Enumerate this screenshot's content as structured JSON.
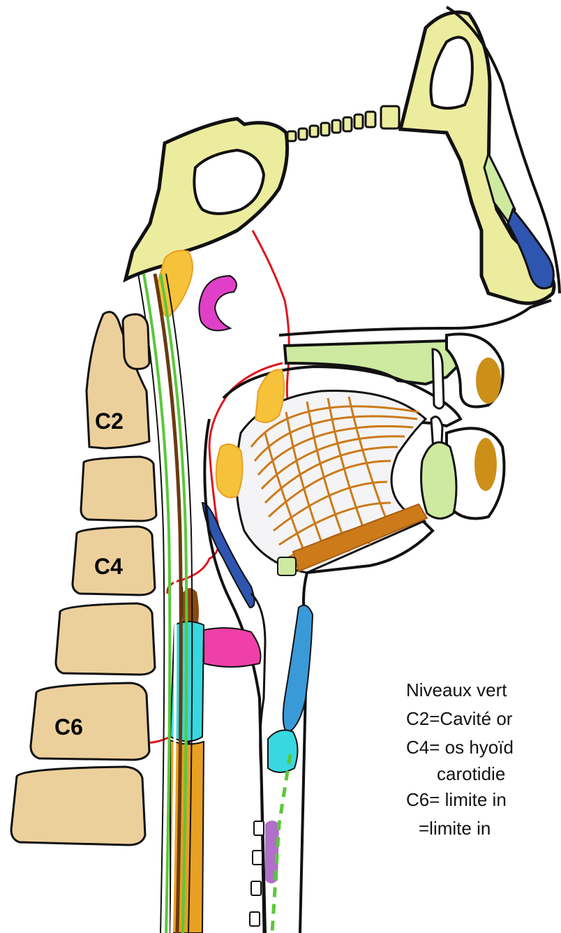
{
  "labels": {
    "c2": "C2",
    "c4": "C4",
    "c6": "C6"
  },
  "legend": {
    "line1": "Niveaux vert",
    "line2": "C2=Cavité or",
    "line3": "C4= os hyoïd",
    "line4": "carotidie",
    "line5": "C6= limite in",
    "line6": "=limite in"
  },
  "colors": {
    "bone": "#ecec9e",
    "vertebra": "#ecd09c",
    "cartilage": "#cdeaa0",
    "tongue_muscle": "#cc7a1a",
    "fat": "#f5c23a",
    "artery": "#e0141e",
    "cord_green": "#5ac83a",
    "cord_brown": "#6b3a12",
    "blue_cartilage": "#2e55b0",
    "light_blue": "#3a9ad8",
    "cyan": "#38d8e0",
    "orange": "#e8a023",
    "magenta": "#e040c8",
    "pink": "#ee40a8",
    "brown_pad": "#cc9018",
    "purple": "#b070c8"
  }
}
